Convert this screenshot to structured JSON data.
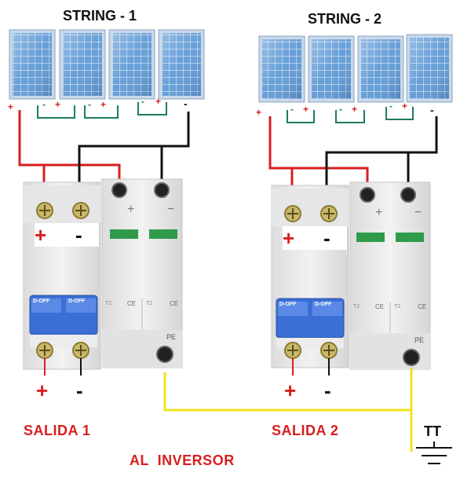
{
  "strings": [
    {
      "title": "STRING - 1",
      "outer_plus": "+",
      "outer_minus": "-"
    },
    {
      "title": "STRING - 2",
      "outer_plus": "+",
      "outer_minus": "-"
    }
  ],
  "panel_link": {
    "minus": "-",
    "plus": "+"
  },
  "breaker": {
    "switch_text": "D-OFF",
    "in_plus": "+",
    "in_minus": "-",
    "out_plus": "+",
    "out_minus": "-"
  },
  "spd": {
    "plus": "+",
    "minus": "−",
    "ce": "CE",
    "t2": "T2",
    "pe": "PE"
  },
  "outputs": {
    "salida_1": "SALIDA 1",
    "salida_2": "SALIDA 2",
    "al_inversor": "AL  INVERSOR"
  },
  "ground": {
    "label": "TT"
  },
  "colors": {
    "positive_wire": "#d81e1e",
    "negative_wire": "#111111",
    "earth_wire": "#f2e21b",
    "panel_blue": "#3f7fc8",
    "breaker_blue": "#3b6fd6",
    "link_green": "#1f7a64"
  }
}
